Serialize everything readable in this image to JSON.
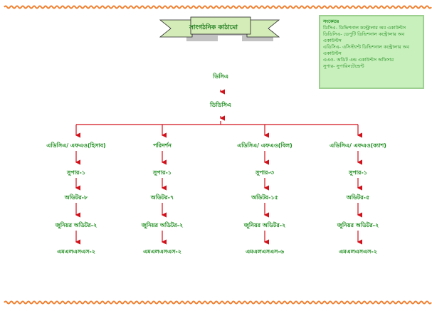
{
  "title": "সাংগঠনিক কাঠামো",
  "top": [
    "ডিসিএ",
    "ডিডিসিএ"
  ],
  "columns": [
    {
      "head": "এডিসিএ/ এফএও(হিসাব)",
      "super": "সুপার-১",
      "auditor": "অডিটর-৮",
      "junior": "জুনিয়র অডিটর-২",
      "mlss": "এমএলএসএস-২"
    },
    {
      "head": "পরিদর্শন",
      "super": "সুপার-১",
      "auditor": "অডিটর-৭",
      "junior": "জুনিয়র অডিটর-২",
      "mlss": "এমএলএসএস-২"
    },
    {
      "head": "এডিসিএ/ এফএও(বিল)",
      "super": "সুপার-৩",
      "auditor": "অডিটর-১৫",
      "junior": "জুনিয়র অডিটর-২",
      "mlss": "এমএলএসএস-৬"
    },
    {
      "head": "এডিসিএ/ এফএও(ক্যাশ)",
      "super": "সুপার-১",
      "auditor": "অডিটর-৫",
      "junior": "জুনিয়র অডিটর-২",
      "mlss": "এমএলএসএস-২"
    }
  ],
  "legend": {
    "heading": "সংকেতঃ",
    "items": [
      "ডিসিএ- ডিভিশনাল কন্ট্রোলার অব একাউন্টস",
      "ডিডিসিএ- ডেপুটি ডিভিশনাল কন্ট্রোলার অব একাউন্টস",
      "এডিসিএ- এসিস্ট্যান্ট ডিভিশনাল কন্ট্রোলার অব একাউন্টস",
      "এএও- অডিট এন্ড একাউন্টস অফিসার",
      "সুপার- সুপারিনটেন্ডেন্ট"
    ]
  },
  "colors": {
    "text": "#1a8a1a",
    "arrow": "#d0101a",
    "wave": "#f08030"
  }
}
